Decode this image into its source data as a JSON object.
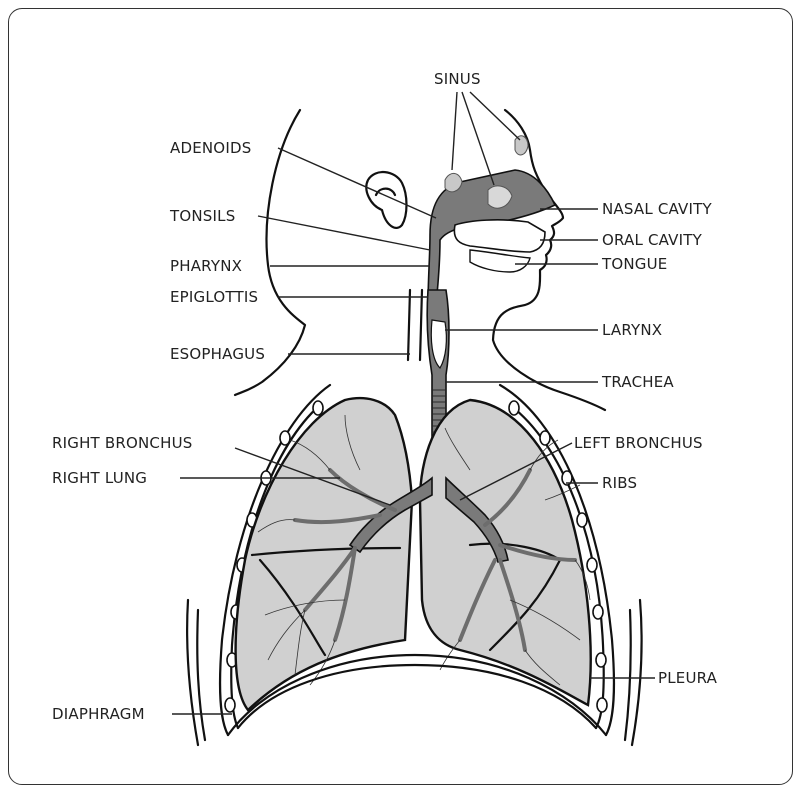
{
  "labels": {
    "sinus": "SINUS",
    "adenoids": "ADENOIDS",
    "tonsils": "TONSILS",
    "pharynx": "PHARYNX",
    "epiglottis": "EPIGLOTTIS",
    "esophagus": "ESOPHAGUS",
    "nasal_cavity": "NASAL CAVITY",
    "oral_cavity": "ORAL CAVITY",
    "tongue": "TONGUE",
    "larynx": "LARYNX",
    "trachea": "TRACHEA",
    "right_bronchus": "RIGHT BRONCHUS",
    "right_lung": "RIGHT LUNG",
    "left_bronchus": "LEFT BRONCHUS",
    "ribs": "RIBS",
    "pleura": "PLEURA",
    "diaphragm": "DIAPHRAGM"
  },
  "colors": {
    "lung_fill": "#d0d0d0",
    "airway_fill": "#7a7a7a",
    "outline": "#111111"
  }
}
